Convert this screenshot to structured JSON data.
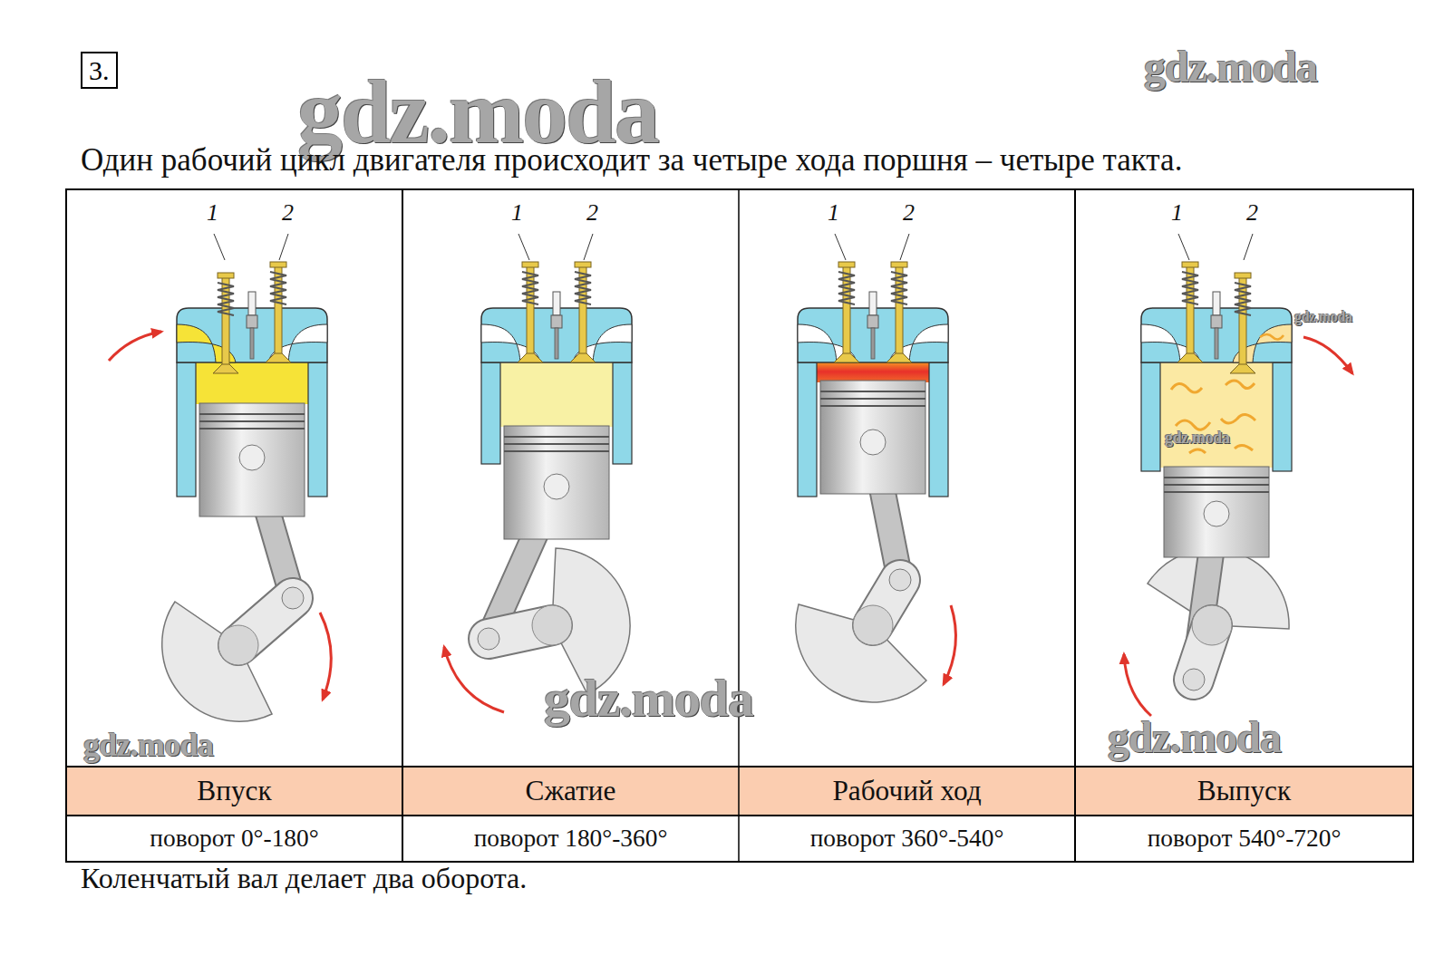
{
  "diagram": {
    "nodes": [
      {
        "text": [
          "3."
        ]
      }
    ],
    "labels": [
      "gdz.moda",
      "gdz.moda",
      "Один рабочий цикл двигателя происходит за четыре хода поршня – четыре такта.",
      "1",
      "2",
      "1",
      "2",
      "1",
      "2",
      "1",
      "2",
      "gdz.moda",
      "gdz.moda",
      "gdz.moda",
      "gdz.moda",
      "gdz.moda",
      "Впуск",
      "Сжатие",
      "Рабочий ход",
      "Выпуск",
      "поворот 0°-180°",
      "поворот 180°-360°",
      "поворот 360°-540°",
      "поворот 540°-720°",
      "Коленчатый вал делает два оборота."
    ]
  }
}
